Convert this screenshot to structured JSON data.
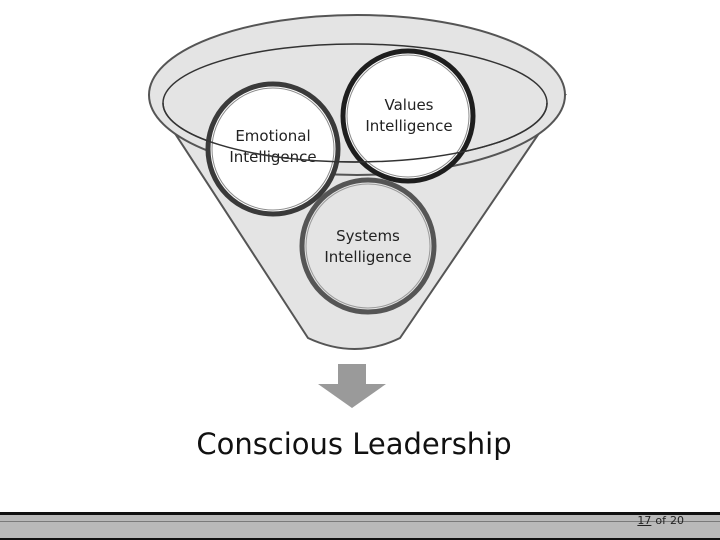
{
  "diagram": {
    "circles": {
      "emotional": {
        "line1": "Emotional",
        "line2": "Intelligence"
      },
      "values": {
        "line1": "Values",
        "line2": "Intelligence"
      },
      "systems": {
        "line1": "Systems",
        "line2": "Intelligence"
      }
    },
    "outcome": "Conscious Leadership"
  },
  "footer": {
    "current_page": "17",
    "of_label": "of",
    "total_pages": "20"
  },
  "colors": {
    "funnel_fill": "#e4e4e4",
    "funnel_stroke": "#555555",
    "arrow_fill": "#9a9a9a",
    "footer_bar": "#b9b9b9"
  }
}
